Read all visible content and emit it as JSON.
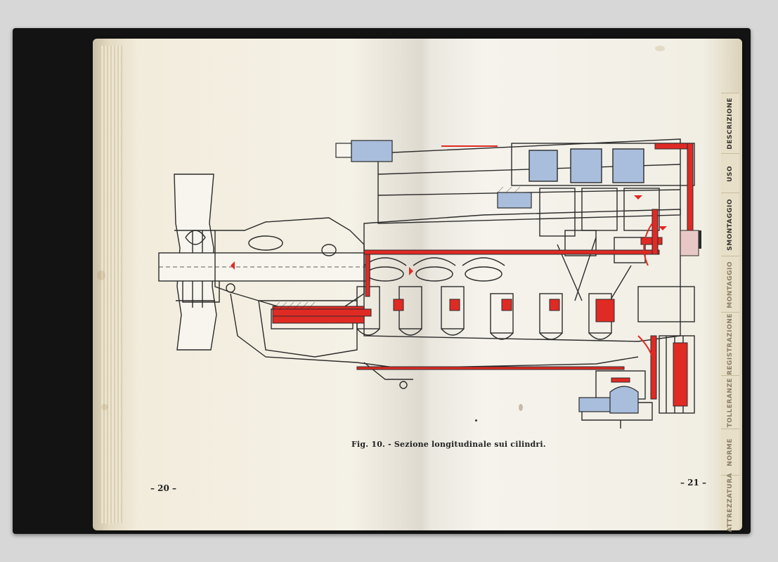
{
  "caption": "Fig. 10. - Sezione longitudinale sui cilindri.",
  "page_numbers": {
    "left": "– 20 –",
    "right": "– 21 –"
  },
  "side_tabs": [
    "DESCRIZIONE",
    "USO",
    "SMONTAGGIO",
    "MONTAGGIO",
    "REGISTRAZIONE",
    "TOLLERANZE",
    "NORME",
    "ATTREZZATURA"
  ],
  "colors": {
    "oil_passages": "#e02a24",
    "coolant_parts": "#a9bedc",
    "line_art": "#2b2b2b",
    "paper": "#f4f1e6"
  }
}
